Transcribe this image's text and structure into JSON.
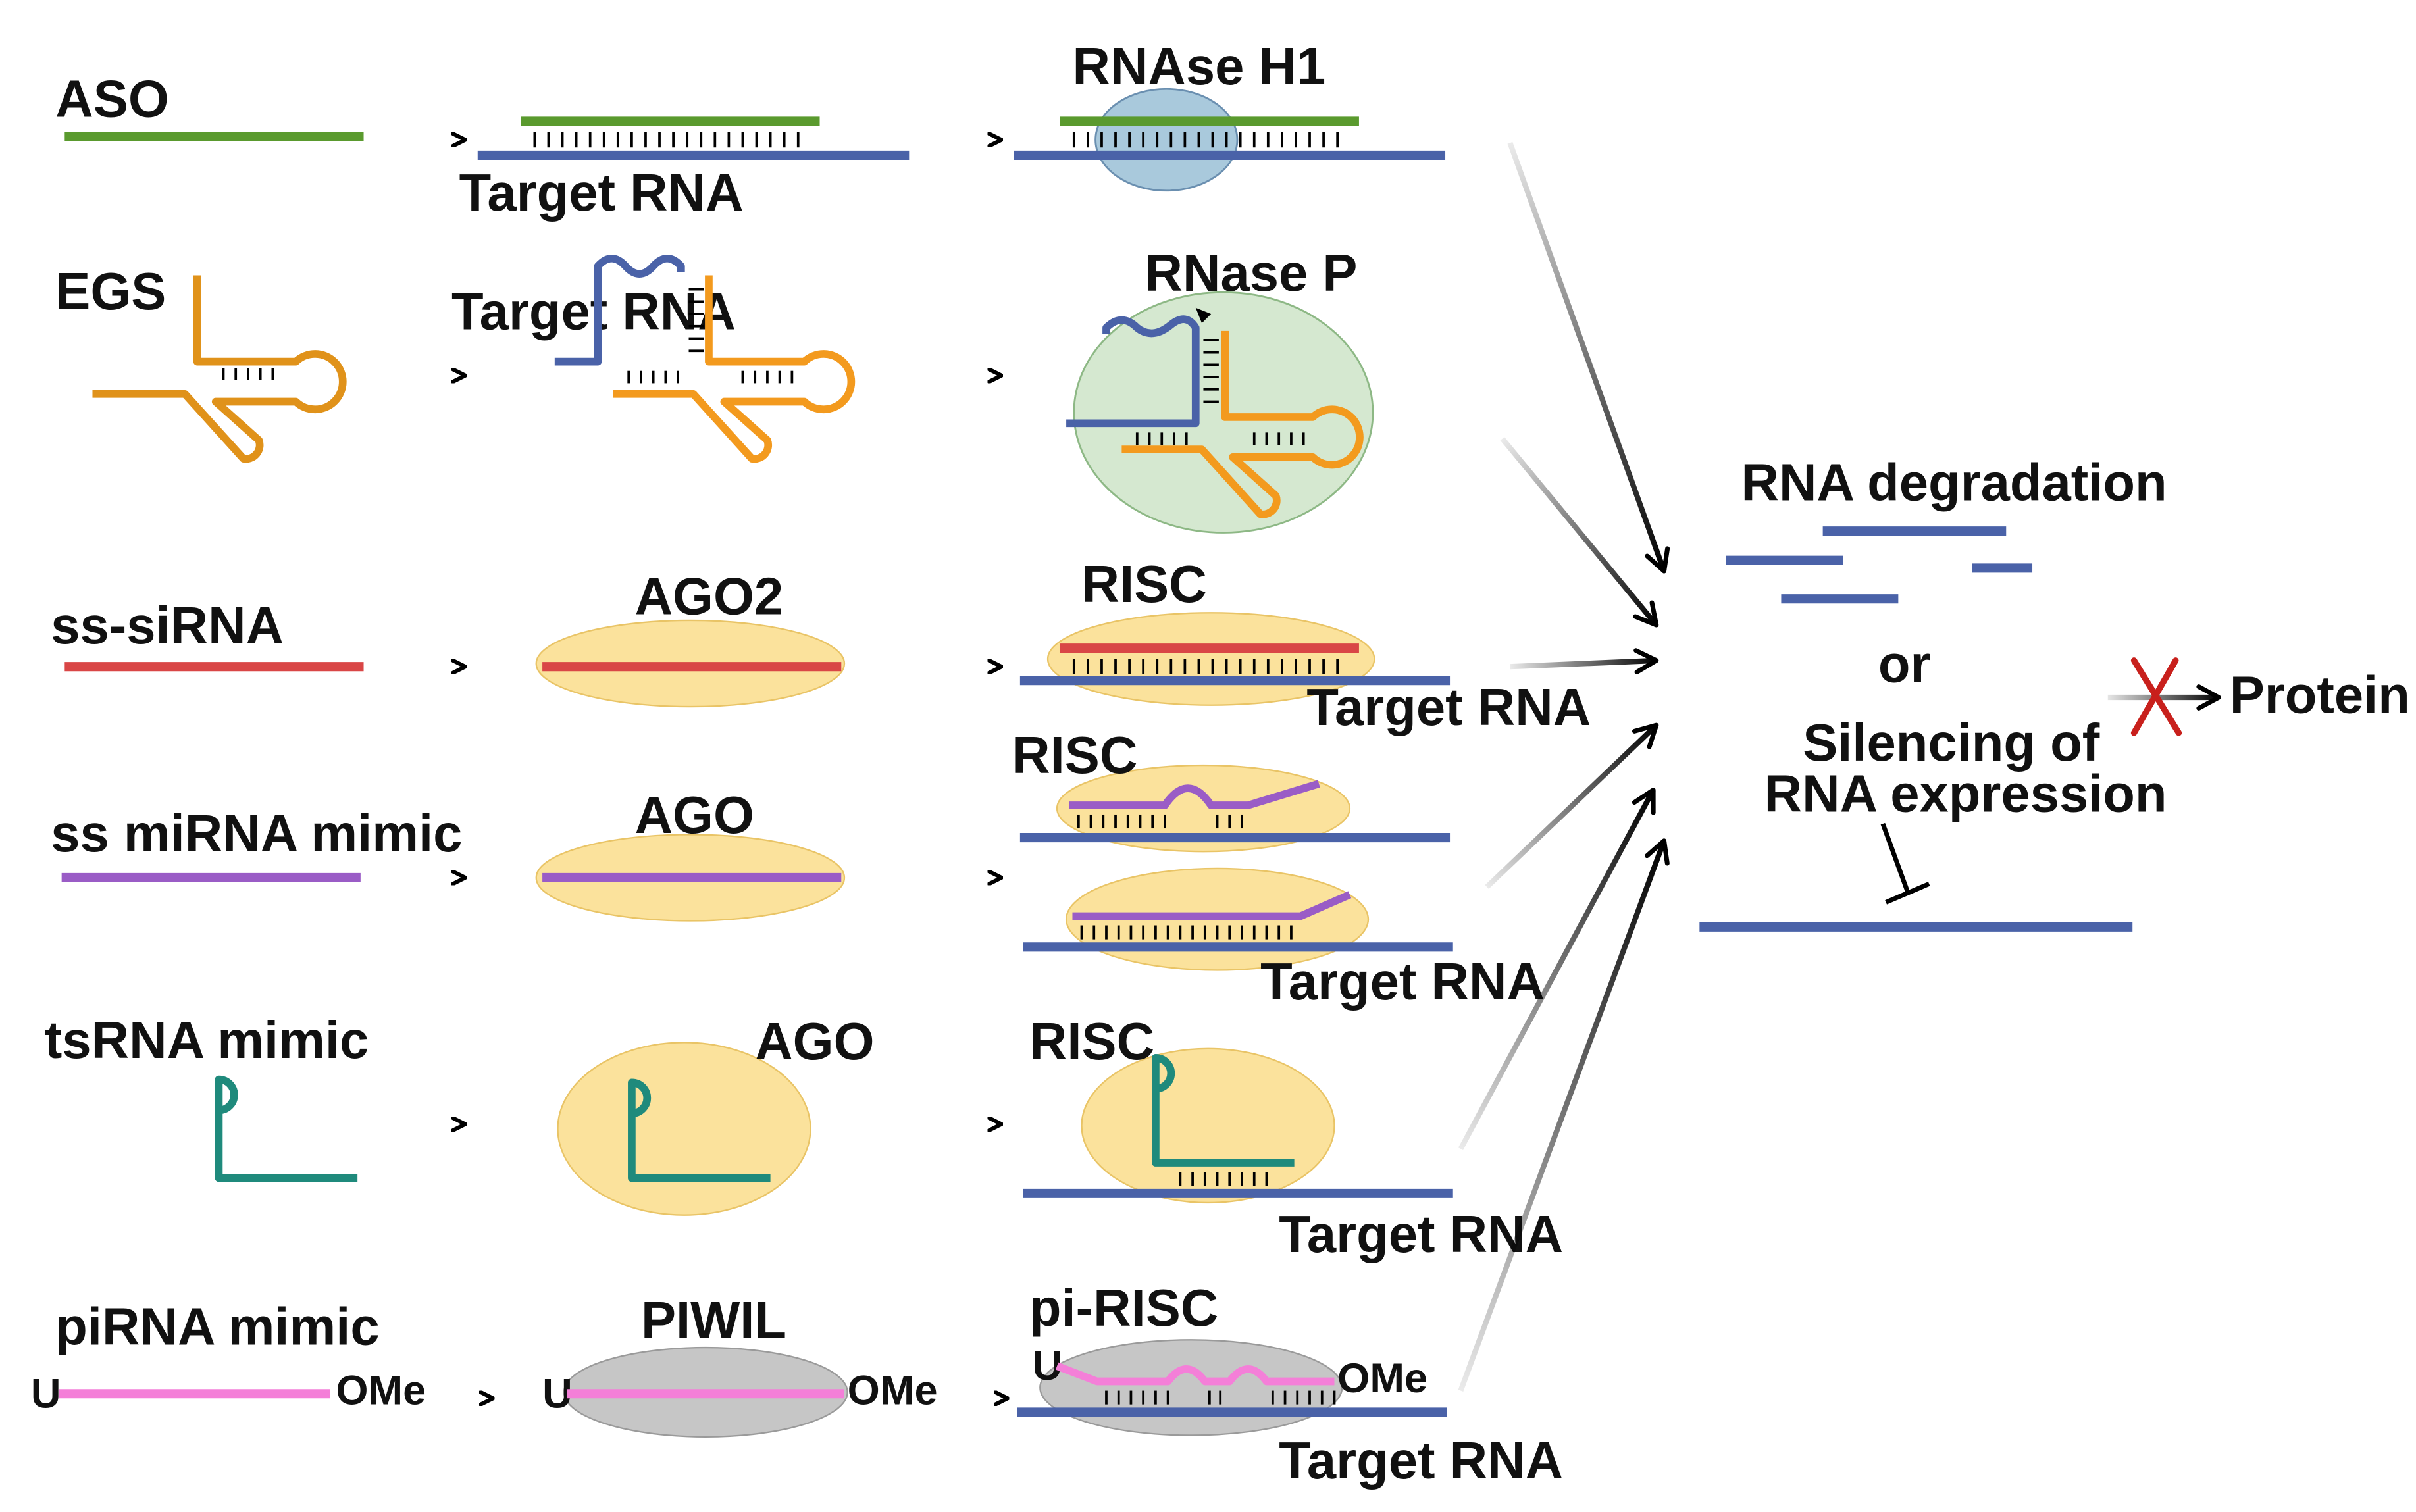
{
  "rows": [
    {
      "name": "ASO",
      "enzyme": "RNAse H1",
      "target": "Target RNA"
    },
    {
      "name": "EGS",
      "enzyme": "RNase P",
      "target": "Target RNA"
    },
    {
      "name": "ss-siRNA",
      "complex1": "AGO2",
      "complex2": "RISC",
      "target": "Target RNA"
    },
    {
      "name": "ss miRNA mimic",
      "complex1": "AGO",
      "complex2": "RISC",
      "target": "Target RNA"
    },
    {
      "name": "tsRNA mimic",
      "complex1": "AGO",
      "complex2": "RISC",
      "target": "Target RNA"
    },
    {
      "name": "piRNA mimic",
      "complex1": "PIWIL",
      "complex2": "pi-RISC",
      "target": "Target RNA",
      "five_prime": "U",
      "three_prime": "OMe"
    }
  ],
  "outcome": {
    "degradation": "RNA degradation",
    "or": "or",
    "silencing_line1": "Silencing of",
    "silencing_line2": "RNA expression",
    "protein": "Protein"
  },
  "colors": {
    "target_rna": "#4a62a8",
    "aso": "#5a9a2e",
    "egs": "#e0921a",
    "siRNA": "#d94646",
    "miRNA": "#9a5cc6",
    "tsRNA": "#1f8a7c",
    "piRNA": "#f47fd8",
    "ago_complex": "#fbe29c",
    "rnase_h1": "#a9c9dc",
    "rnase_p": "#d5e8d0",
    "piwil": "#c6c6c6",
    "block_cross": "#c8201c"
  }
}
